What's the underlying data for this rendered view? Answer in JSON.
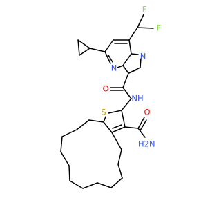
{
  "molecule": {
    "atom_labels": {
      "f1": "F",
      "f2": "F",
      "n_pyrazole": "N",
      "n_pyrimidine": "N",
      "o_amide": "O",
      "nh_amide": "NH",
      "s_thiophene": "S",
      "o_carboxamide": "O",
      "h2n": "H2N"
    },
    "colors": {
      "bond": "#000000",
      "nitrogen": "#3050F8",
      "oxygen": "#FF0D0D",
      "fluorine": "#90E050",
      "sulfur": "#C8A000"
    }
  }
}
